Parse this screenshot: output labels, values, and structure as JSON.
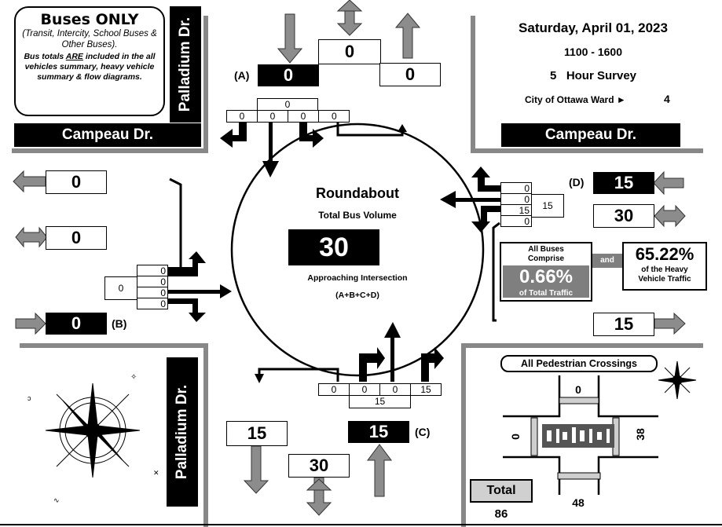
{
  "legend": {
    "title": "Buses ONLY",
    "sub": "(Transit, Intercity, School Buses & Other Buses).",
    "note_pre": "Bus totals ",
    "note_are": "ARE",
    "note_post": " included in the all vehicles summary, heavy vehicle summary & flow diagrams."
  },
  "streets": {
    "nw_ns": "Palladium Dr.",
    "nw_ew": "Campeau Dr.",
    "ne_ew": "Campeau Dr.",
    "sw_ns": "Palladium Dr."
  },
  "survey": {
    "date": "Saturday, April 01, 2023",
    "time": "1100 - 1600",
    "hours": "5   Hour Survey",
    "ward_label": "City of Ottawa Ward ►",
    "ward": "4"
  },
  "center": {
    "title": "Roundabout",
    "subtitle": "Total Bus Volume",
    "total": "30",
    "approach": "Approaching Intersection",
    "formula": "(A+B+C+D)"
  },
  "north": {
    "label": "(A)",
    "approach": "0",
    "total": "0",
    "depart": "0",
    "cells": [
      "0",
      "0",
      "0",
      "0"
    ],
    "top_cell": "0"
  },
  "west": {
    "label": "(B)",
    "depart": "0",
    "total": "0",
    "approach": "0",
    "cells": [
      "0",
      "0",
      "0",
      "0"
    ],
    "side_cell": "0"
  },
  "south": {
    "label": "(C)",
    "depart": "15",
    "total": "30",
    "approach": "15",
    "cells": [
      "0",
      "0",
      "0",
      "15"
    ],
    "bottom_cell": "15"
  },
  "east": {
    "label": "(D)",
    "approach": "15",
    "total": "30",
    "depart": "15",
    "cells": [
      "0",
      "0",
      "15",
      "0"
    ],
    "side_cell": "15"
  },
  "share": {
    "all_buses": "All Buses Comprise",
    "pct_total": "0.66%",
    "of_total": "of Total Traffic",
    "and": "and",
    "pct_heavy": "65.22%",
    "of_heavy": "of the Heavy Vehicle Traffic"
  },
  "ped": {
    "title": "All Pedestrian Crossings",
    "north": "0",
    "west": "0",
    "east": "38",
    "south": "48",
    "total_label": "Total",
    "total": "86"
  },
  "colors": {
    "grey_arrow": "#8c8c8c",
    "panel_grey": "#7f7f7f",
    "black": "#000000"
  }
}
